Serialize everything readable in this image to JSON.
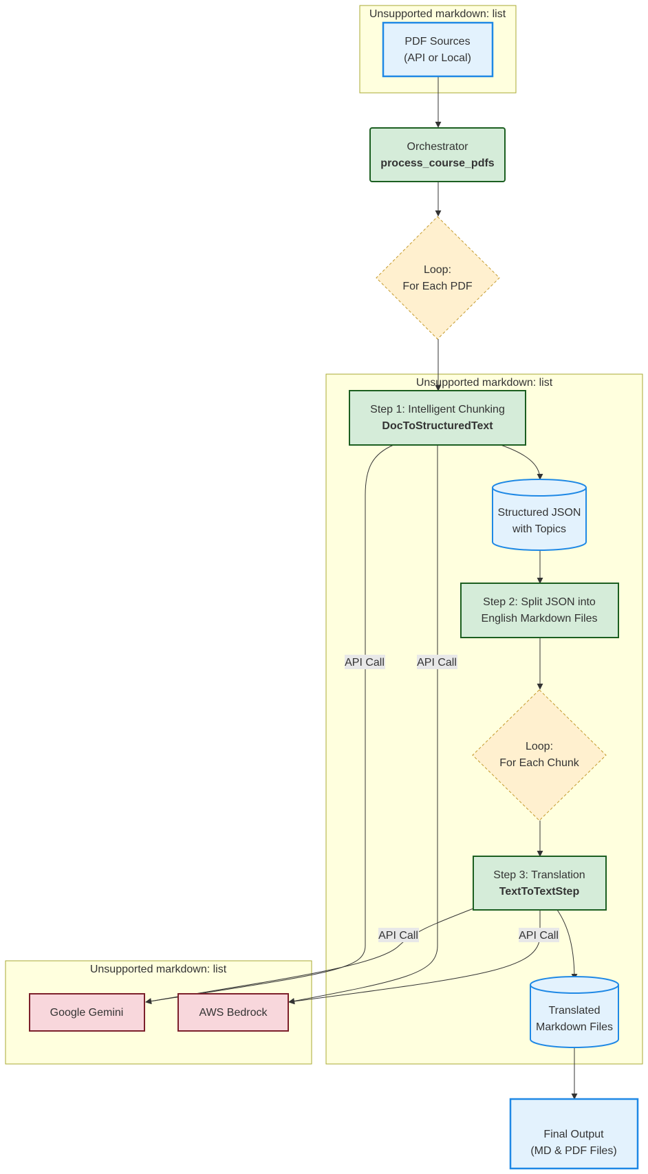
{
  "subgraphs": {
    "top_title": "Unsupported markdown: list",
    "middle_title": "Unsupported markdown: list",
    "bottom_title": "Unsupported markdown: list"
  },
  "nodes": {
    "pdf_sources": {
      "line1": "PDF Sources",
      "line2": "(API or Local)"
    },
    "orchestrator": {
      "line1": "Orchestrator",
      "line2": "process_course_pdfs"
    },
    "loop_pdf": {
      "line1": "Loop:",
      "line2": "For Each PDF"
    },
    "step1": {
      "line1": "Step 1: Intelligent Chunking",
      "line2": "DocToStructuredText"
    },
    "structured_json": {
      "line1": "Structured JSON",
      "line2": "with Topics"
    },
    "step2": {
      "line1": "Step 2: Split JSON into",
      "line2": "English Markdown Files"
    },
    "loop_chunk": {
      "line1": "Loop:",
      "line2": "For Each Chunk"
    },
    "step3": {
      "line1": "Step 3: Translation",
      "line2": "TextToTextStep"
    },
    "translated_md": {
      "line1": "Translated",
      "line2": "Markdown Files"
    },
    "final_output": {
      "line1": "Final Output",
      "line2": "(MD & PDF Files)"
    },
    "gemini": {
      "label": "Google Gemini"
    },
    "bedrock": {
      "label": "AWS Bedrock"
    }
  },
  "edge_labels": {
    "step1_gemini": "API Call",
    "step1_bedrock": "API Call",
    "step3_gemini": "API Call",
    "step3_bedrock": "API Call"
  }
}
